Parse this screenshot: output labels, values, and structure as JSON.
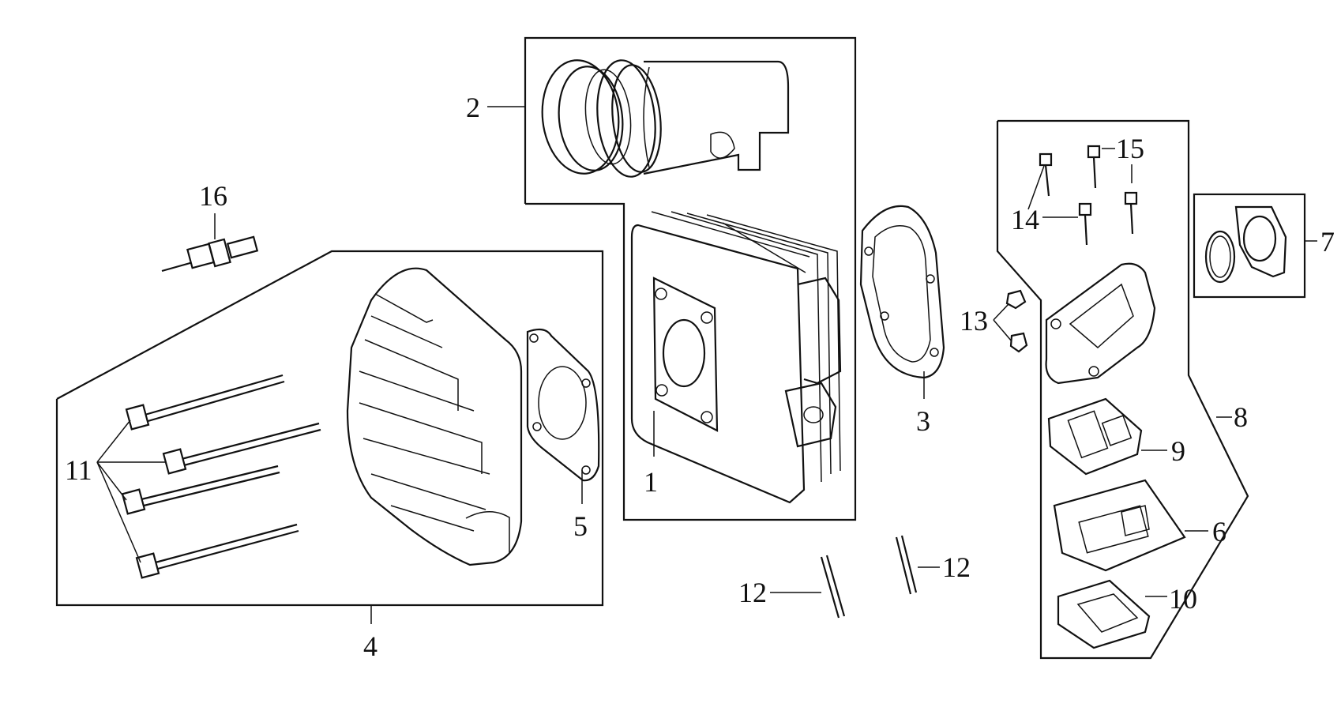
{
  "diagram": {
    "callouts": {
      "c1": "1",
      "c2": "2",
      "c3": "3",
      "c4": "4",
      "c5": "5",
      "c6": "6",
      "c7": "7",
      "c8": "8",
      "c9": "9",
      "c10": "10",
      "c11": "11",
      "c12a": "12",
      "c12b": "12",
      "c13": "13",
      "c14": "14",
      "c15": "15",
      "c16": "16"
    }
  }
}
